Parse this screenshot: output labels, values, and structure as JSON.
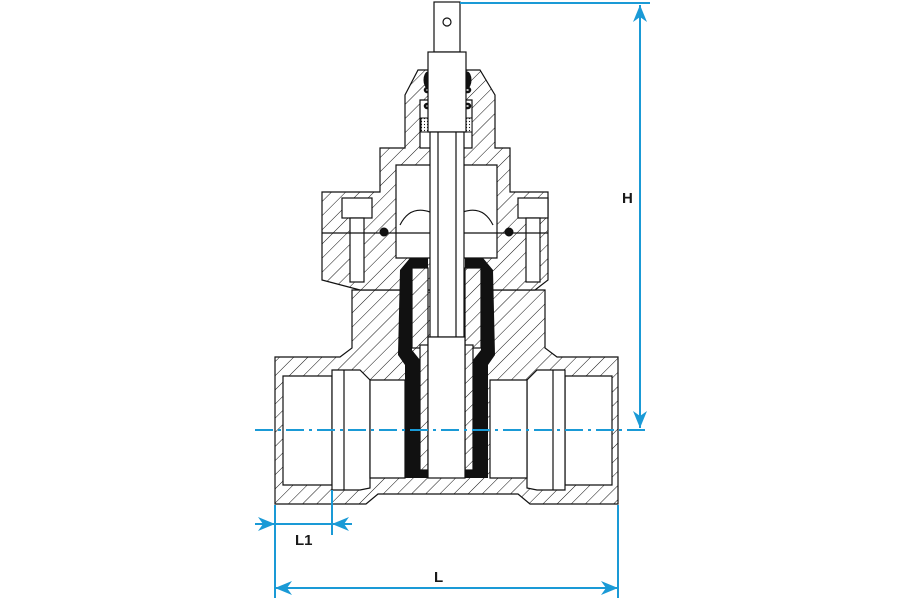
{
  "diagram": {
    "subject": "gate-valve-cross-section",
    "dimensions": {
      "height_label": "H",
      "length_label": "L",
      "thread_length_label": "L1"
    },
    "colors": {
      "dimension_lines": "#1a9ad6",
      "outline": "#111111"
    }
  }
}
